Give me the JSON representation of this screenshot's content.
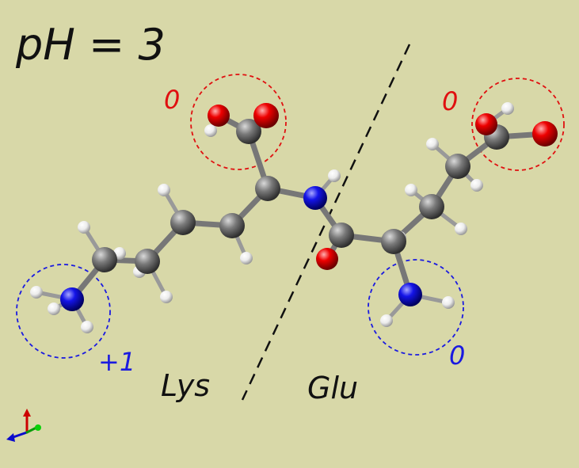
{
  "title": "pH = 3",
  "residues": {
    "left": "Lys",
    "right": "Glu"
  },
  "charges": {
    "lys_carboxyl": "0",
    "lys_amine": "+1",
    "glu_sidechain": "0",
    "glu_amine": "0"
  },
  "colors": {
    "background": "#d8d8a8",
    "carbon": "#6e6e6e",
    "oxygen": "#e00000",
    "nitrogen": "#1010e0",
    "hydrogen": "#f2f2f2",
    "charge_red": "#e01010",
    "charge_blue": "#1a1ae0"
  }
}
